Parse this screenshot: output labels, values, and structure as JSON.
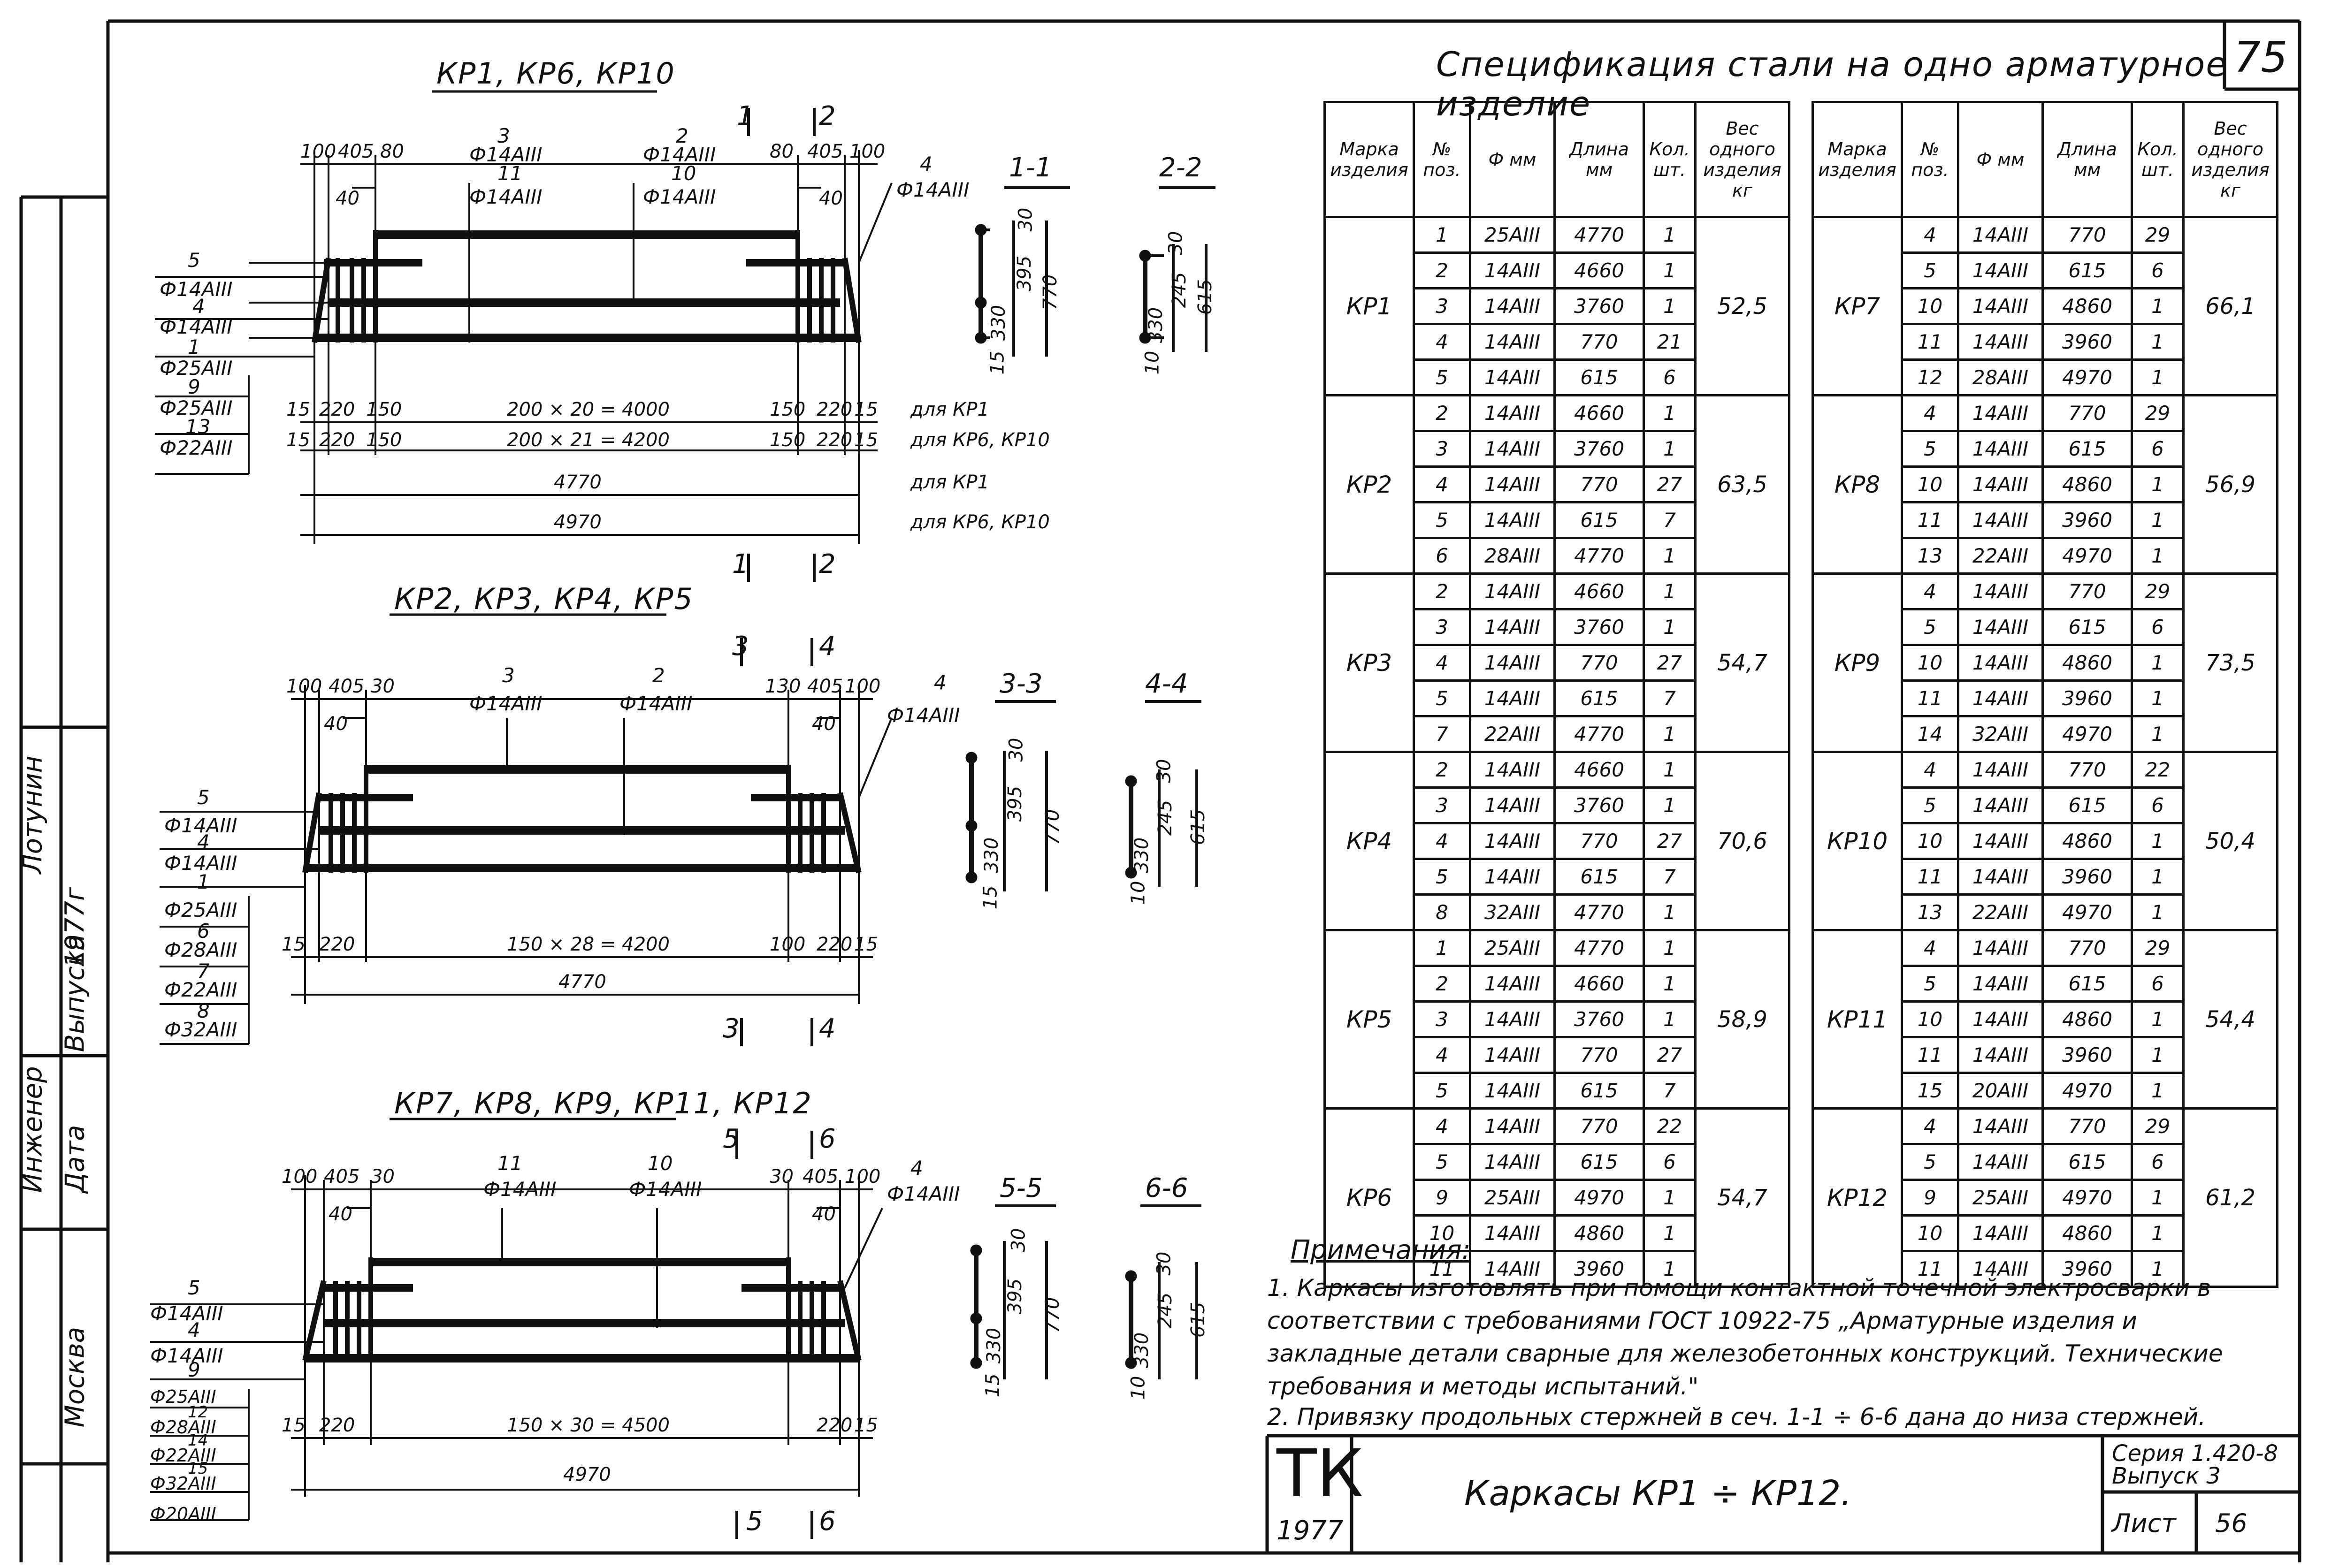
{
  "page_number": "75",
  "spec_title": "Спецификация стали на одно арматурное изделие",
  "drawings": [
    {
      "title": "КР1, КР6, КР10",
      "section_marks_top": [
        "1",
        "2"
      ],
      "section_marks_bottom": [
        "1",
        "2"
      ],
      "top_dims": [
        "100",
        "405",
        "80",
        "80",
        "405",
        "100"
      ],
      "inner_dims": [
        "40",
        "40"
      ],
      "bar_labels": [
        {
          "pos": "3",
          "dia": "Ф14АIII"
        },
        {
          "pos": "11",
          "dia": "Ф14АIII"
        },
        {
          "pos": "2",
          "dia": "Ф14АIII"
        },
        {
          "pos": "10",
          "dia": "Ф14АIII"
        },
        {
          "pos": "4",
          "dia": "Ф14АIII"
        }
      ],
      "left_legend": [
        {
          "pos": "5",
          "dia": "Ф14АIII"
        },
        {
          "pos": "4",
          "dia": "Ф14АIII"
        },
        {
          "pos": "1",
          "dia": "Ф25АIII"
        },
        {
          "pos": "9",
          "dia": "Ф25АIII"
        },
        {
          "pos": "13",
          "dia": "Ф22АIII"
        }
      ],
      "dim_rows": [
        {
          "left": [
            "15",
            "220",
            "150"
          ],
          "center": "200 × 20 = 4000",
          "right": [
            "150",
            "220",
            "15"
          ],
          "note": "для КР1"
        },
        {
          "left": [
            "15",
            "220",
            "150"
          ],
          "center": "200 × 21 = 4200",
          "right": [
            "150",
            "220",
            "15"
          ],
          "note": "для КР6, КР10"
        }
      ],
      "totals": [
        {
          "value": "4770",
          "note": "для КР1"
        },
        {
          "value": "4970",
          "note": "для КР6, КР10"
        }
      ],
      "sections": [
        {
          "title": "1-1",
          "dims": [
            "30",
            "395",
            "330",
            "15",
            "770"
          ]
        },
        {
          "title": "2-2",
          "dims": [
            "30",
            "245",
            "330",
            "10",
            "615"
          ]
        }
      ]
    },
    {
      "title": "КР2, КР3, КР4, КР5",
      "section_marks_top": [
        "3",
        "4"
      ],
      "section_marks_bottom": [
        "3",
        "4"
      ],
      "top_dims": [
        "100",
        "405",
        "30",
        "130",
        "405",
        "100"
      ],
      "inner_dims": [
        "40",
        "40"
      ],
      "bar_labels": [
        {
          "pos": "3",
          "dia": "Ф14АIII"
        },
        {
          "pos": "2",
          "dia": "Ф14АIII"
        },
        {
          "pos": "4",
          "dia": "Ф14АIII"
        }
      ],
      "left_legend": [
        {
          "pos": "5",
          "dia": "Ф14АIII"
        },
        {
          "pos": "4",
          "dia": "Ф14АIII"
        },
        {
          "pos": "1",
          "dia": "Ф25АIII"
        },
        {
          "pos": "6",
          "dia": "Ф28АIII"
        },
        {
          "pos": "7",
          "dia": "Ф22АIII"
        },
        {
          "pos": "8",
          "dia": "Ф32АIII"
        }
      ],
      "dim_rows": [
        {
          "left": [
            "15",
            "220"
          ],
          "center": "150 × 28 = 4200",
          "right": [
            "100",
            "220",
            "15"
          ],
          "note": ""
        }
      ],
      "totals": [
        {
          "value": "4770",
          "note": ""
        }
      ],
      "sections": [
        {
          "title": "3-3",
          "dims": [
            "30",
            "395",
            "330",
            "15",
            "770"
          ]
        },
        {
          "title": "4-4",
          "dims": [
            "30",
            "245",
            "330",
            "10",
            "615"
          ]
        }
      ]
    },
    {
      "title": "КР7, КР8, КР9, КР11, КР12",
      "section_marks_top": [
        "5",
        "6"
      ],
      "section_marks_bottom": [
        "5",
        "6"
      ],
      "top_dims": [
        "100",
        "405",
        "30",
        "30",
        "405",
        "100"
      ],
      "inner_dims": [
        "40",
        "40"
      ],
      "bar_labels": [
        {
          "pos": "11",
          "dia": "Ф14АIII"
        },
        {
          "pos": "10",
          "dia": "Ф14АIII"
        },
        {
          "pos": "4",
          "dia": "Ф14АIII"
        }
      ],
      "left_legend": [
        {
          "pos": "5",
          "dia": "Ф14АIII"
        },
        {
          "pos": "4",
          "dia": "Ф14АIII"
        },
        {
          "pos": "9",
          "dia": "Ф25АIII"
        },
        {
          "pos": "12",
          "dia": "Ф28АIII"
        },
        {
          "pos": "14",
          "dia": "Ф22АIII"
        },
        {
          "pos": "15",
          "dia": "Ф32АIII"
        },
        {
          "pos": "",
          "dia": "Ф20АIII"
        }
      ],
      "dim_rows": [
        {
          "left": [
            "15",
            "220"
          ],
          "center": "150 × 30 = 4500",
          "right": [
            "220",
            "15"
          ],
          "note": ""
        }
      ],
      "totals": [
        {
          "value": "4970",
          "note": ""
        }
      ],
      "sections": [
        {
          "title": "5-5",
          "dims": [
            "30",
            "395",
            "330",
            "15",
            "770"
          ]
        },
        {
          "title": "6-6",
          "dims": [
            "30",
            "245",
            "330",
            "10",
            "615"
          ]
        }
      ]
    }
  ],
  "table_headers": {
    "mark": "Марка изделия",
    "pos": "№ поз.",
    "dia": "Ф мм",
    "len": "Длина мм",
    "qty": "Кол. шт.",
    "weight": "Вес одного изделия кг"
  },
  "table_left": [
    {
      "mark": "КР1",
      "weight": "52,5",
      "rows": [
        [
          "1",
          "25АIII",
          "4770",
          "1"
        ],
        [
          "2",
          "14АIII",
          "4660",
          "1"
        ],
        [
          "3",
          "14АIII",
          "3760",
          "1"
        ],
        [
          "4",
          "14АIII",
          "770",
          "21"
        ],
        [
          "5",
          "14АIII",
          "615",
          "6"
        ]
      ]
    },
    {
      "mark": "КР2",
      "weight": "63,5",
      "rows": [
        [
          "2",
          "14АIII",
          "4660",
          "1"
        ],
        [
          "3",
          "14АIII",
          "3760",
          "1"
        ],
        [
          "4",
          "14АIII",
          "770",
          "27"
        ],
        [
          "5",
          "14АIII",
          "615",
          "7"
        ],
        [
          "6",
          "28АIII",
          "4770",
          "1"
        ]
      ]
    },
    {
      "mark": "КР3",
      "weight": "54,7",
      "rows": [
        [
          "2",
          "14АIII",
          "4660",
          "1"
        ],
        [
          "3",
          "14АIII",
          "3760",
          "1"
        ],
        [
          "4",
          "14АIII",
          "770",
          "27"
        ],
        [
          "5",
          "14АIII",
          "615",
          "7"
        ],
        [
          "7",
          "22АIII",
          "4770",
          "1"
        ]
      ]
    },
    {
      "mark": "КР4",
      "weight": "70,6",
      "rows": [
        [
          "2",
          "14АIII",
          "4660",
          "1"
        ],
        [
          "3",
          "14АIII",
          "3760",
          "1"
        ],
        [
          "4",
          "14АIII",
          "770",
          "27"
        ],
        [
          "5",
          "14АIII",
          "615",
          "7"
        ],
        [
          "8",
          "32АIII",
          "4770",
          "1"
        ]
      ]
    },
    {
      "mark": "КР5",
      "weight": "58,9",
      "rows": [
        [
          "1",
          "25АIII",
          "4770",
          "1"
        ],
        [
          "2",
          "14АIII",
          "4660",
          "1"
        ],
        [
          "3",
          "14АIII",
          "3760",
          "1"
        ],
        [
          "4",
          "14АIII",
          "770",
          "27"
        ],
        [
          "5",
          "14АIII",
          "615",
          "7"
        ]
      ]
    },
    {
      "mark": "КР6",
      "weight": "54,7",
      "rows": [
        [
          "4",
          "14АIII",
          "770",
          "22"
        ],
        [
          "5",
          "14АIII",
          "615",
          "6"
        ],
        [
          "9",
          "25АIII",
          "4970",
          "1"
        ],
        [
          "10",
          "14АIII",
          "4860",
          "1"
        ],
        [
          "11",
          "14АIII",
          "3960",
          "1"
        ]
      ]
    }
  ],
  "table_right": [
    {
      "mark": "КР7",
      "weight": "66,1",
      "rows": [
        [
          "4",
          "14АIII",
          "770",
          "29"
        ],
        [
          "5",
          "14АIII",
          "615",
          "6"
        ],
        [
          "10",
          "14АIII",
          "4860",
          "1"
        ],
        [
          "11",
          "14АIII",
          "3960",
          "1"
        ],
        [
          "12",
          "28АIII",
          "4970",
          "1"
        ]
      ]
    },
    {
      "mark": "КР8",
      "weight": "56,9",
      "rows": [
        [
          "4",
          "14АIII",
          "770",
          "29"
        ],
        [
          "5",
          "14АIII",
          "615",
          "6"
        ],
        [
          "10",
          "14АIII",
          "4860",
          "1"
        ],
        [
          "11",
          "14АIII",
          "3960",
          "1"
        ],
        [
          "13",
          "22АIII",
          "4970",
          "1"
        ]
      ]
    },
    {
      "mark": "КР9",
      "weight": "73,5",
      "rows": [
        [
          "4",
          "14АIII",
          "770",
          "29"
        ],
        [
          "5",
          "14АIII",
          "615",
          "6"
        ],
        [
          "10",
          "14АIII",
          "4860",
          "1"
        ],
        [
          "11",
          "14АIII",
          "3960",
          "1"
        ],
        [
          "14",
          "32АIII",
          "4970",
          "1"
        ]
      ]
    },
    {
      "mark": "КР10",
      "weight": "50,4",
      "rows": [
        [
          "4",
          "14АIII",
          "770",
          "22"
        ],
        [
          "5",
          "14АIII",
          "615",
          "6"
        ],
        [
          "10",
          "14АIII",
          "4860",
          "1"
        ],
        [
          "11",
          "14АIII",
          "3960",
          "1"
        ],
        [
          "13",
          "22АIII",
          "4970",
          "1"
        ]
      ]
    },
    {
      "mark": "КР11",
      "weight": "54,4",
      "rows": [
        [
          "4",
          "14АIII",
          "770",
          "29"
        ],
        [
          "5",
          "14АIII",
          "615",
          "6"
        ],
        [
          "10",
          "14АIII",
          "4860",
          "1"
        ],
        [
          "11",
          "14АIII",
          "3960",
          "1"
        ],
        [
          "15",
          "20АIII",
          "4970",
          "1"
        ]
      ]
    },
    {
      "mark": "КР12",
      "weight": "61,2",
      "rows": [
        [
          "4",
          "14АIII",
          "770",
          "29"
        ],
        [
          "5",
          "14АIII",
          "615",
          "6"
        ],
        [
          "9",
          "25АIII",
          "4970",
          "1"
        ],
        [
          "10",
          "14АIII",
          "4860",
          "1"
        ],
        [
          "11",
          "14АIII",
          "3960",
          "1"
        ]
      ]
    }
  ],
  "notes": {
    "title": "Примечания:",
    "items": [
      "1. Каркасы изготовлять при помощи контактной точечной электросварки в соответствии с требованиями ГОСТ 10922-75 „Арматурные изделия и закладные детали сварные для железобетонных конструкций. Технические требования и методы испытаний.\"",
      "2. Привязку продольных стержней в сеч. 1-1 ÷ 6-6 дана до низа стержней."
    ]
  },
  "title_block": {
    "logo": "ТК",
    "year": "1977",
    "title": "Каркасы КР1 ÷ КР12.",
    "series": "Серия 1.420-8",
    "issue": "Выпуск 3",
    "sheet_label": "Лист",
    "sheet_number": "56"
  },
  "left_stamp": {
    "role1": "Инженер",
    "name1": "Лотунин",
    "role2": "Дата",
    "date": "1977г",
    "issued_label": "Выпуска",
    "city": "Москва"
  }
}
